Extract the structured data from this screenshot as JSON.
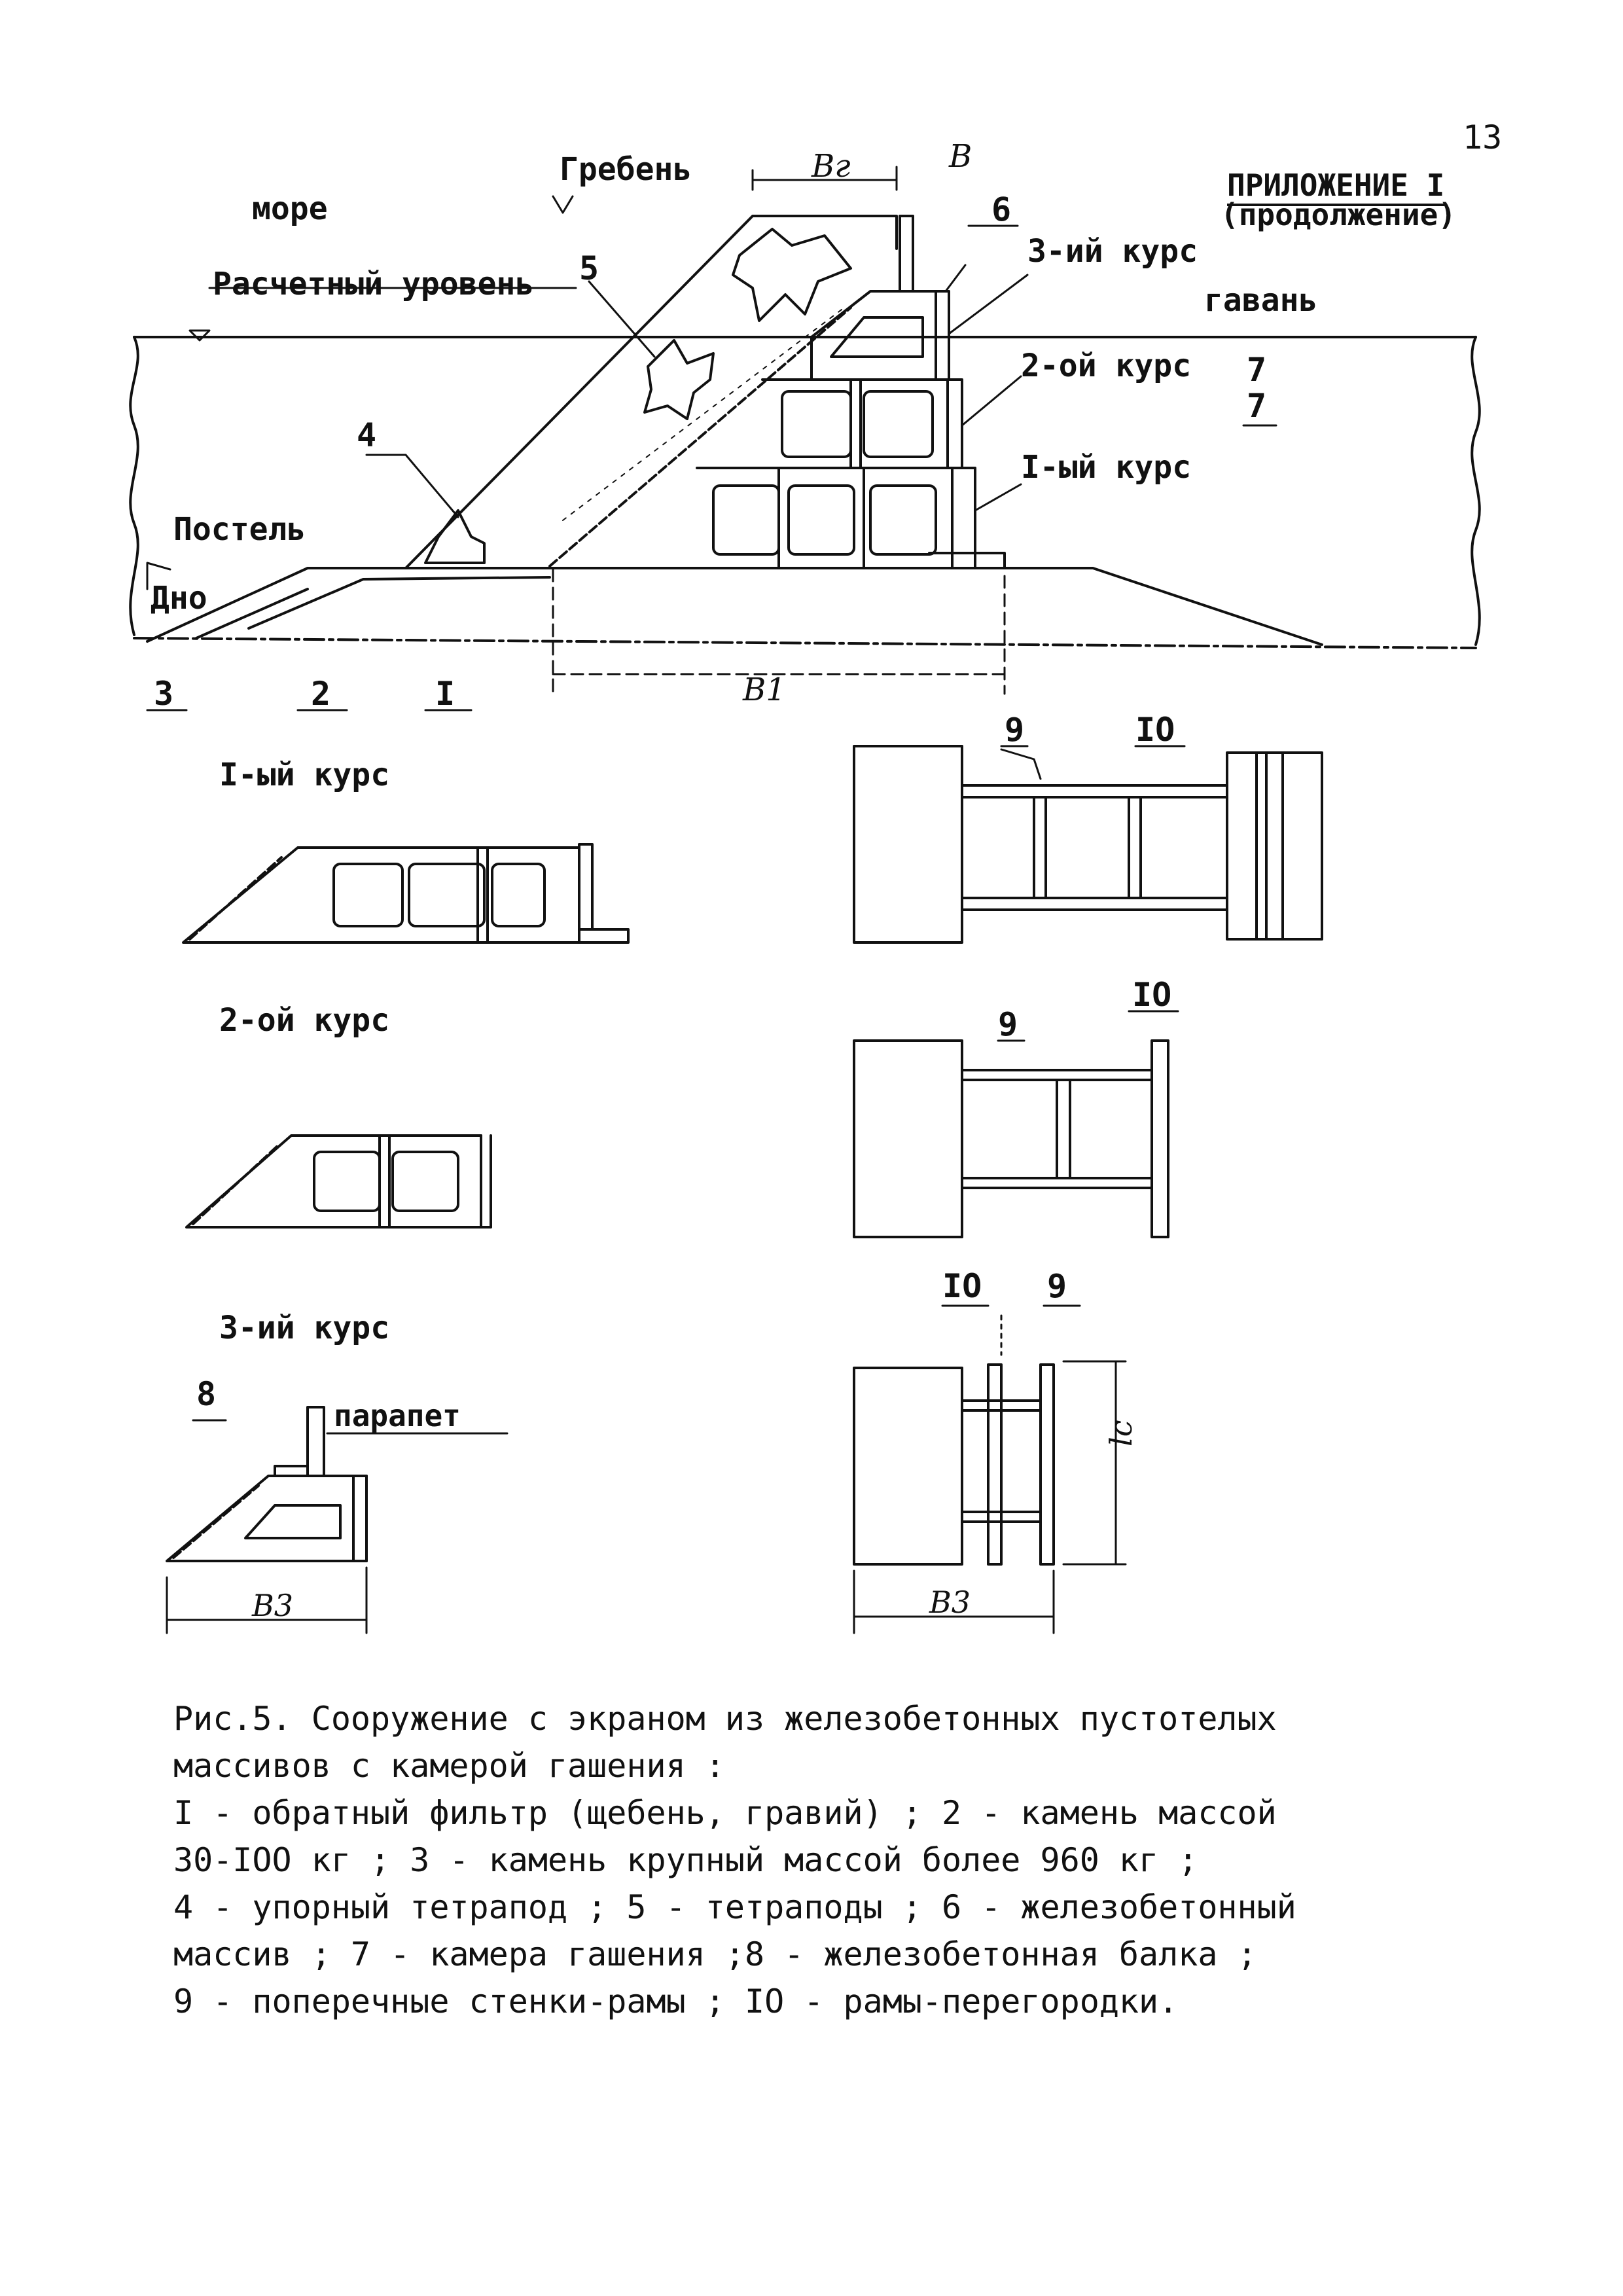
{
  "page_number": "13",
  "header": {
    "appendix": "ПРИЛОЖЕНИЕ I",
    "continuation": "(продолжение)"
  },
  "cross_section": {
    "sea": "море",
    "crest": "Гребень",
    "design_level": "Расчетный уровень",
    "harbor": "гавань",
    "bed": "Постель",
    "bottom": "Дно",
    "course3": "3-ий курс",
    "course2": "2-ой курс",
    "course1": "I-ый курс",
    "dim_br": "Bг",
    "dim_b": "B",
    "dim_b1": "B1",
    "markers": {
      "m1": "I",
      "m2": "2",
      "m3": "3",
      "m4": "4",
      "m5": "5",
      "m6": "6",
      "m7a": "7",
      "m7b": "7"
    }
  },
  "courses": {
    "first": {
      "title": "I-ый курс",
      "plan_left": "9",
      "plan_right": "IO"
    },
    "second": {
      "title": "2-ой курс",
      "plan_left": "9",
      "plan_right": "IO"
    },
    "third": {
      "title": "3-ий курс",
      "beam_marker": "8",
      "parapet": "парапет",
      "dim_b3": "B3",
      "plan_left": "IO",
      "plan_right": "9",
      "plan_dim_b3": "B3",
      "plan_dim_lc": "lс"
    }
  },
  "caption": {
    "lines": [
      "Рис.5. Сооружение с экраном из железобетонных пустотелых",
      "массивов с камерой гашения :",
      "I - обратный фильтр (щебень, гравий) ; 2 - камень массой",
      "30-IOO кг ; 3 - камень крупный массой более 960 кг ;",
      "4 - упорный тетрапод ; 5 - тетраподы ; 6 - железобетонный",
      "массив ; 7 - камера гашения ;8 - железобетонная балка ;",
      "9 - поперечные стенки-рамы ; IO - рамы-перегородки."
    ]
  }
}
